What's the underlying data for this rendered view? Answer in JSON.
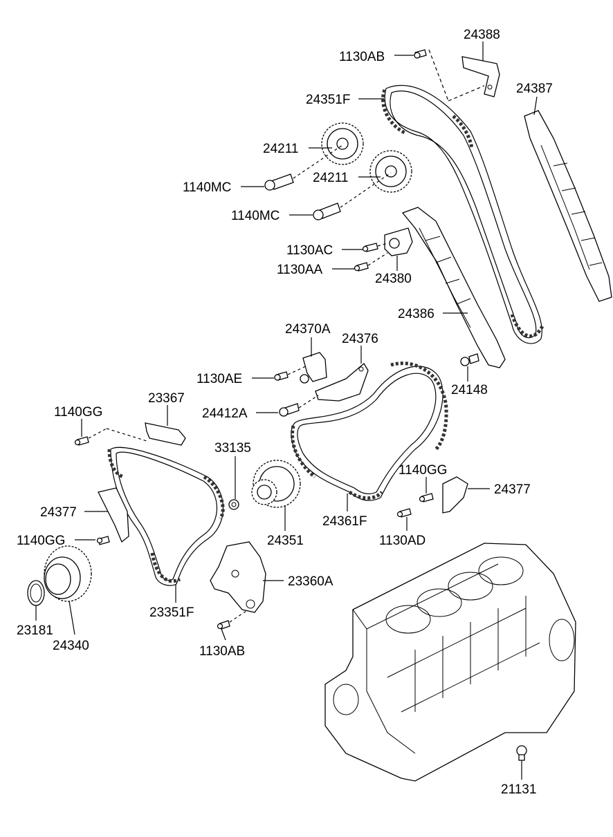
{
  "labels": {
    "p24388": "24388",
    "p1130AB_top": "1130AB",
    "p24387": "24387",
    "p24351F": "24351F",
    "p24211_a": "24211",
    "p24211_b": "24211",
    "p1140MC_a": "1140MC",
    "p1140MC_b": "1140MC",
    "p1130AC": "1130AC",
    "p1130AA": "1130AA",
    "p24380": "24380",
    "p24386": "24386",
    "p24370A": "24370A",
    "p24376": "24376",
    "p1130AE": "1130AE",
    "p24148": "24148",
    "p24412A": "24412A",
    "p1140GG_a": "1140GG",
    "p23367": "23367",
    "p33135": "33135",
    "p1140GG_b": "1140GG",
    "p24377_a": "24377",
    "p24377_b": "24377",
    "p24361F": "24361F",
    "p1140GG_c": "1140GG",
    "p24351": "24351",
    "p1130AD": "1130AD",
    "p23360A": "23360A",
    "p23181": "23181",
    "p24340": "24340",
    "p23351F": "23351F",
    "p1130AB_bot": "1130AB",
    "p21131": "21131"
  }
}
